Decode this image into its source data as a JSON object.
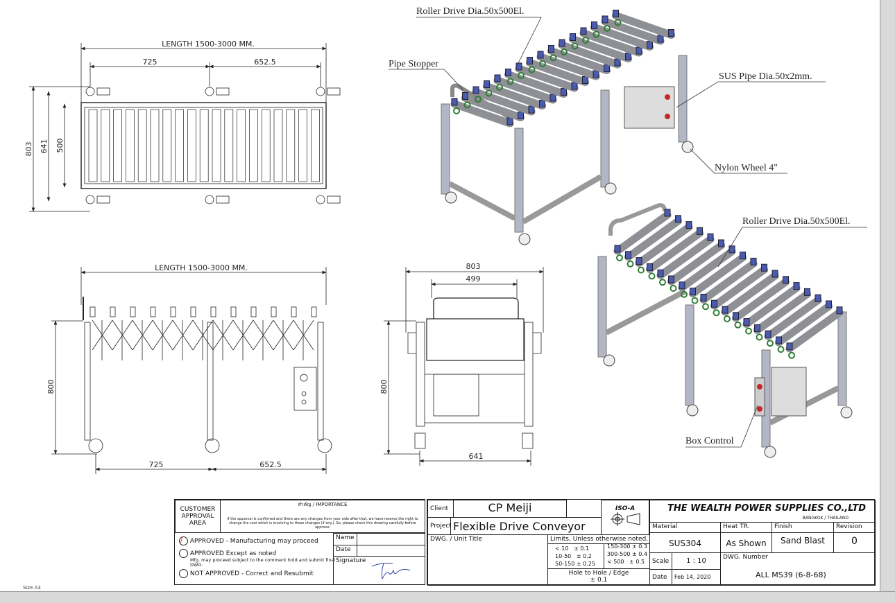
{
  "views": {
    "top_view": {
      "length_label": "LENGTH 1500-3000 MM.",
      "dim_left": "725",
      "dim_right": "652.5",
      "dim_overall_width": "803",
      "dim_frame_width": "641",
      "dim_roller_width": "500"
    },
    "side_view": {
      "length_label": "LENGTH 1500-3000 MM.",
      "dim_height": "800",
      "dim_left": "725",
      "dim_right": "652.5"
    },
    "end_view": {
      "dim_overall_width": "803",
      "dim_inner_width": "499",
      "dim_height": "800",
      "dim_leg_span": "641"
    }
  },
  "callouts": {
    "roller_drive_top": "Roller Drive Dia.50x500El.",
    "pipe_stopper": "Pipe Stopper",
    "sus_pipe": "SUS Pipe Dia.50x2mm.",
    "nylon_wheel": "Nylon Wheel 4\"",
    "roller_drive_bottom": "Roller Drive Dia.50x500El.",
    "box_control": "Box Control"
  },
  "colors": {
    "roller": "#8e9096",
    "frame": "#b3b6c4",
    "drive": "#4a5bb0",
    "chain": "#2e7d32",
    "switch": "#c62828"
  },
  "approval": {
    "area_label": "CUSTOMER APPROVAL AREA",
    "importance_title": "สำคัญ / IMPORTANCE",
    "importance_text": "If the approval is confirmed and there are any changes from your side after that, we have reserve the right to change the cost which is involving to these changes (if any.). So, please check this drawing carefully before approve.",
    "option_1": "APPROVED - Manufacturing may proceed",
    "option_1_checked": true,
    "option_2": "APPROVED Except as noted",
    "option_2_note": "Mfg. may proceed subject to the comment hold and submit final DWG.",
    "option_3": "NOT APPROVED - Correct and Resubmit",
    "name_label": "Name",
    "date_label": "Date",
    "signature_label": "Signature"
  },
  "title_block": {
    "client_label": "Client",
    "client": "CP Meiji",
    "project_label": "Project",
    "project": "Flexible Drive Conveyor",
    "unit_title_label": "DWG. / Unit Title",
    "projection": "ISO-A",
    "limits_title": "Limits, Unless otherwise noted.",
    "limits": [
      [
        "< 10",
        "± 0.1"
      ],
      [
        "10-50",
        "± 0.2"
      ],
      [
        "50-150",
        "± 0.25"
      ],
      [
        "150-300",
        "± 0.3"
      ],
      [
        "300-500",
        "± 0.4"
      ],
      [
        "< 500",
        "± 0.5"
      ]
    ],
    "hole_label": "Hole to Hole / Edge",
    "hole_tol": "± 0.1",
    "company": "THE WEALTH POWER SUPPLIES CO.,LTD",
    "location": "BANGKOK / THAILAND",
    "material_label": "Material",
    "material": "SUS304",
    "heat_label": "Heat TR.",
    "heat": "As Shown",
    "finish_label": "Finish",
    "finish": "Sand Blast",
    "revision_label": "Revision",
    "revision": "0",
    "scale_label": "Scale",
    "scale": "1 : 10",
    "date_label": "Date",
    "date": "Feb 14, 2020",
    "dwg_number_label": "DWG. Number",
    "dwg_number": "ALL MS39 (6-8-68)"
  },
  "sheet_size": "Size A3"
}
